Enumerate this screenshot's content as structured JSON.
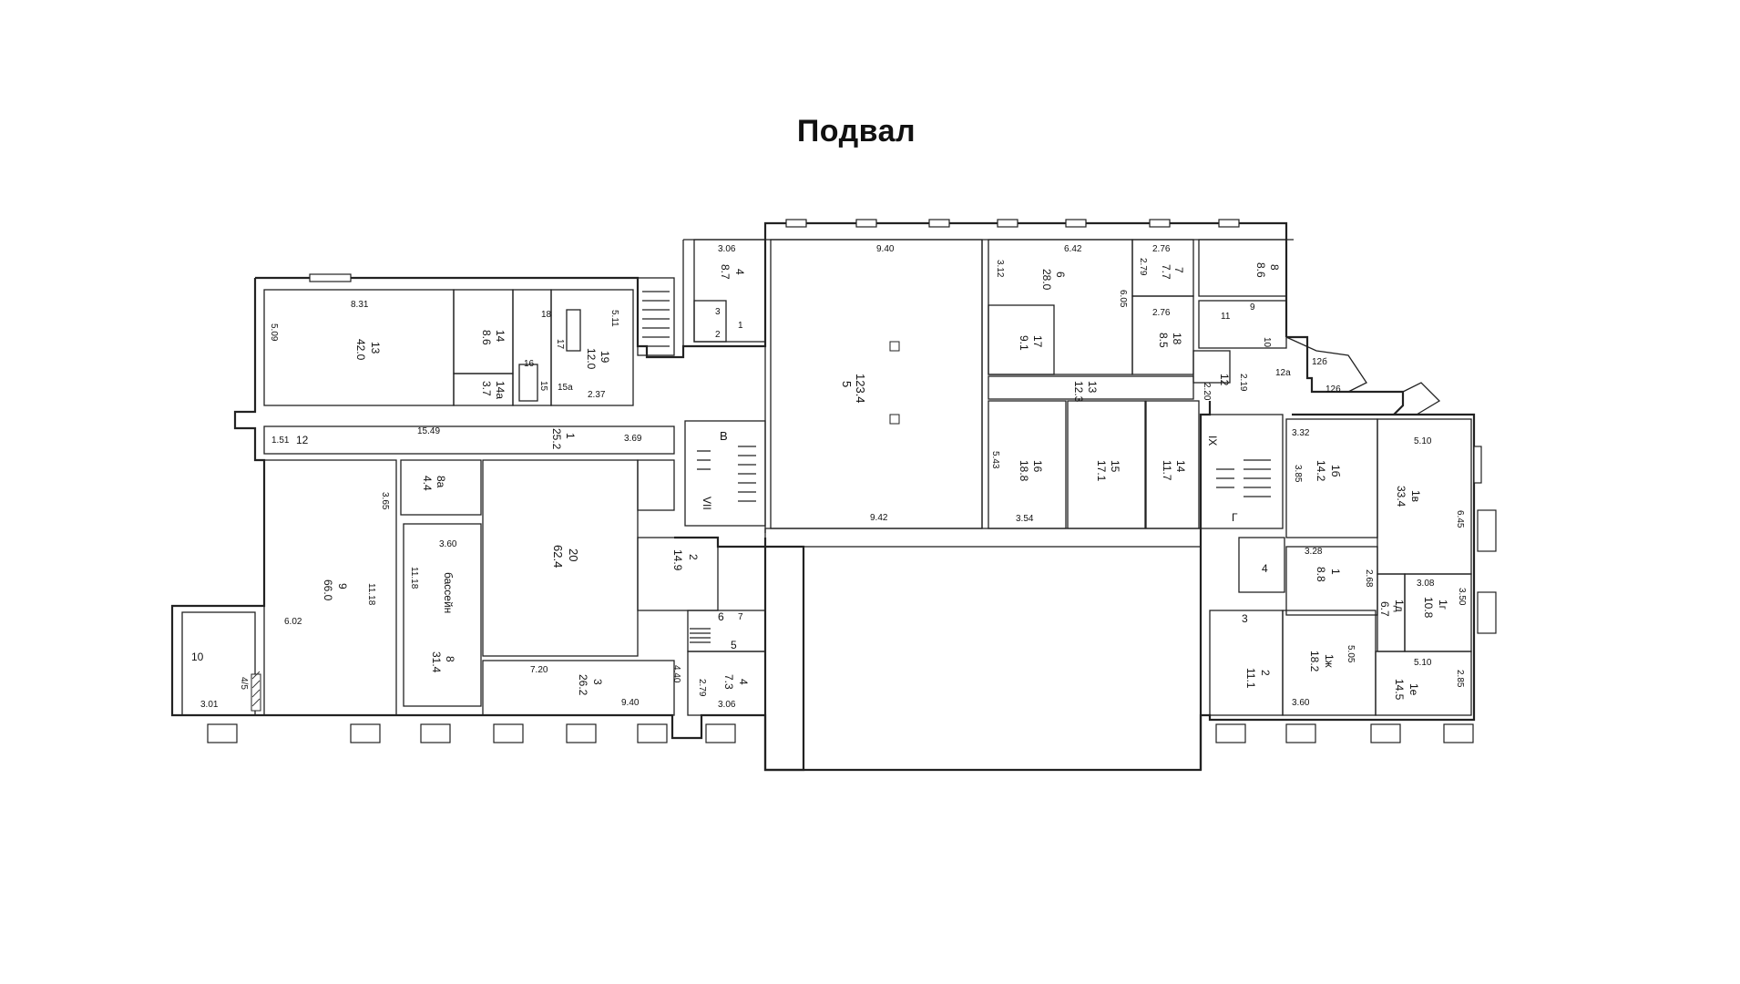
{
  "plan": {
    "title": "Подвал",
    "labels": {
      "r4_dim": "3.06",
      "r4_num": "4",
      "r4_area": "8.7",
      "r5_dim_top": "9.40",
      "r5_num": "5",
      "r5_area": "123.4",
      "r5_dim_bot": "9.42",
      "r6_dim": "6.42",
      "r6_dim_side": "3.12",
      "r6_num": "6",
      "r6_area": "28.0",
      "r6_dim_right": "6.05",
      "r7_dim": "2.76",
      "r7_dim_side": "2.79",
      "r7_num": "7",
      "r7_area": "7.7",
      "r8_num": "8",
      "r8_area": "8.6",
      "r18_dim": "2.76",
      "r18_num": "18",
      "r18_area": "8.5",
      "r17_num": "17",
      "r17_area": "9.1",
      "r11_num": "11",
      "r9_num": "9",
      "r10_num": "10",
      "r3_small": "3",
      "r2_small": "2",
      "r1_small": "1",
      "r12a": "12a",
      "r12b": "12б",
      "r14a_small": "14а",
      "r12_dim1": "2.20",
      "r12_num": "12",
      "r12_dim2": "2.19",
      "r13c_num": "13",
      "r13c_area": "12.3",
      "r13_dim": "8.31",
      "r13_dim_side": "5.09",
      "r13_num": "13",
      "r13_area": "42.0",
      "r14_num": "14",
      "r14_area": "8.6",
      "r14a_num": "14а",
      "r14a_area": "3.7",
      "r18w": "18",
      "r17w": "17",
      "r16w": "16",
      "r15w": "15",
      "r15a": "15а",
      "r19_dim": "5.11",
      "r19_num": "19",
      "r19_area": "12.0",
      "r19_dim2": "2.37",
      "corr_dim1": "1.51",
      "corr_num": "12",
      "corr_dim2": "15.49",
      "corr1_num": "1",
      "corr1_area": "25.2",
      "corr_dim3": "3.69",
      "stairB": "В",
      "stairVII": "VII",
      "r9_dim_side": "3.65",
      "r9_dim_w": "6.02",
      "r9_dim_h": "11.18",
      "r9w_num": "9",
      "r9w_area": "66.0",
      "r8a_num": "8а",
      "r8a_area": "4.4",
      "pool_dim_w": "3.60",
      "pool_dim_h": "11.18",
      "pool_name": "бассейн",
      "pool_num": "8",
      "pool_area": "31.4",
      "r20_num": "20",
      "r20_area": "62.4",
      "r2c_num": "2",
      "r2c_area": "14.9",
      "r10w_num": "10",
      "r10w_sub": "4/5",
      "r10w_dim": "3.01",
      "r3b_dim": "7.20",
      "r3b_num": "3",
      "r3b_area": "26.2",
      "r3b_dim2": "9.40",
      "r4b_dim_side": "4.40",
      "r4b_dim": "2.79",
      "r4b_num": "4",
      "r4b_area": "7.3",
      "r4b_dim2": "3.06",
      "r6s_num": "6",
      "r5s_num": "5",
      "r7s_num": "7",
      "r16c_num": "16",
      "r16c_area": "18.8",
      "r16c_dim_side": "5.43",
      "r16c_dim": "3.54",
      "r15c_num": "15",
      "r15c_area": "17.1",
      "r14c_num": "14",
      "r14c_area": "11.7",
      "stairIX": "IX",
      "stairGX": "Г",
      "r1b_dim": "3.32",
      "r1b_dim_side": "3.85",
      "r1b_num": "1б",
      "r1b_area": "14.2",
      "r1v_dim": "5.10",
      "r1v_num": "1в",
      "r1v_area": "33.4",
      "r1v_dim_side": "6.45",
      "r4e_num": "4",
      "r1_dim": "3.28",
      "r1_num": "1",
      "r1_area": "8.8",
      "r1_dim_side": "2.68",
      "r1d_num": "1д",
      "r1d_area": "6.7",
      "r1g_dim": "3.08",
      "r1g_num": "1г",
      "r1g_area": "10.8",
      "r1g_dim_side": "3.50",
      "r3e_num": "3",
      "r2e_num": "2",
      "r2e_area": "11.1",
      "r1zh_dim": "5.05",
      "r1zh_num": "1ж",
      "r1zh_area": "18.2",
      "r1zh_dim2": "3.60",
      "r1e_dim": "5.10",
      "r1e_num": "1е",
      "r1e_area": "14.5",
      "r1e_dim_side": "2.85",
      "r126": "126"
    }
  }
}
